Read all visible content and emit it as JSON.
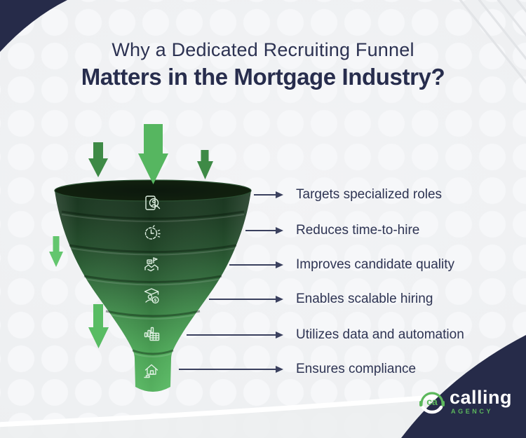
{
  "title": {
    "line1": "Why a Dedicated Recruiting Funnel",
    "line2": "Matters in the Mortgage Industry?"
  },
  "stages": [
    {
      "label": "Targets specialized roles",
      "icon": "candidate-search-icon"
    },
    {
      "label": "Reduces time-to-hire",
      "icon": "time-to-hire-icon"
    },
    {
      "label": "Improves candidate quality",
      "icon": "candidate-quality-icon"
    },
    {
      "label": "Enables scalable hiring",
      "icon": "scalable-hiring-icon"
    },
    {
      "label": "Utilizes data and automation",
      "icon": "data-automation-icon"
    },
    {
      "label": "Ensures compliance",
      "icon": "compliance-icon"
    }
  ],
  "logo": {
    "monogram": "ca",
    "brand": "calling",
    "subtext": "AGENCY"
  },
  "colors": {
    "navy": "#272c4a",
    "text_navy": "#2e3453",
    "green_dark_arrow": "#3e8a46",
    "green_light_arrow": "#58bc63",
    "brand_green": "#5cb85c",
    "funnel_top": "#1a3420",
    "funnel_bottom": "#63ca6e",
    "background": "#edeff1"
  }
}
